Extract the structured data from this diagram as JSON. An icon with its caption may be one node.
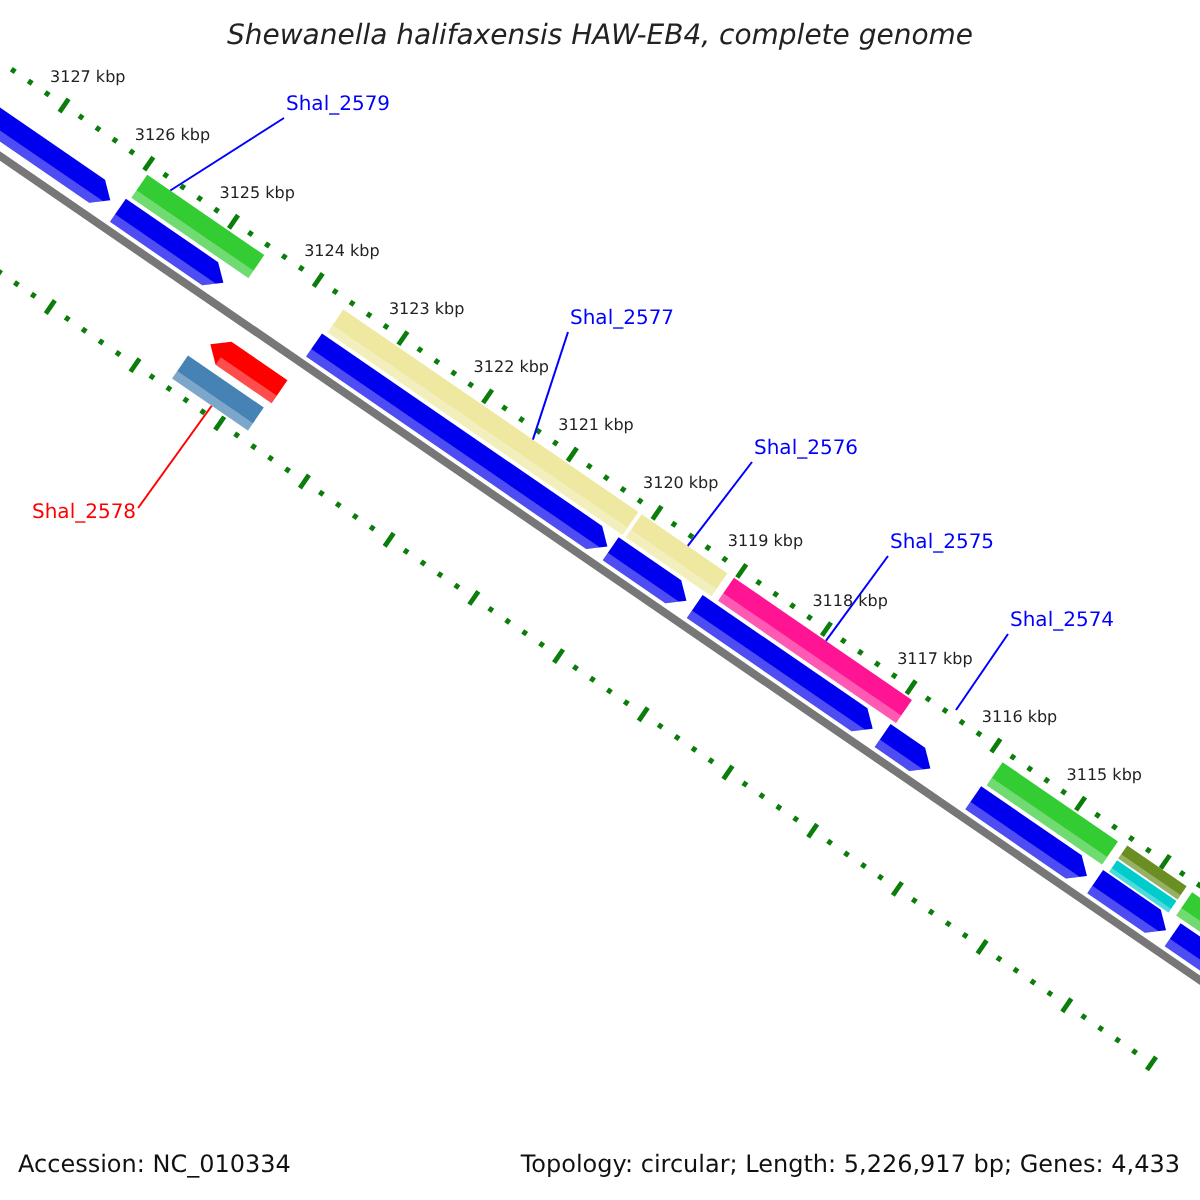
{
  "diagram": {
    "title": "Shewanella halifaxensis HAW-EB4, complete genome",
    "nodes": [
      {
        "text": [
          "Shal_2579"
        ]
      },
      {
        "text": [],
        "shape": "bar"
      },
      {
        "text": [
          "Shal_2577"
        ]
      },
      {
        "text": [],
        "shape": "bar"
      },
      {
        "text": [
          "Shal_2576"
        ]
      },
      {
        "text": [],
        "shape": "bar"
      },
      {
        "text": [
          "Shal_2575"
        ]
      },
      {
        "text": [],
        "shape": "bar"
      },
      {
        "text": [
          "Shal_2574"
        ]
      },
      {
        "text": [
          "Shal_2578"
        ]
      },
      {
        "text": [],
        "shape": "bar"
      },
      {
        "text": [],
        "shape": "arrow"
      },
      {
        "text": [],
        "shape": "arrow"
      },
      {
        "text": [],
        "shape": "arrow"
      },
      {
        "text": [],
        "shape": "arrow"
      },
      {
        "text": [],
        "shape": "arrow"
      },
      {
        "text": [],
        "shape": "arrow"
      },
      {
        "text": [],
        "shape": "arrow"
      },
      {
        "text": [],
        "shape": "bar"
      },
      {
        "text": [],
        "shape": "arrow"
      },
      {
        "text": [],
        "shape": "bar"
      },
      {
        "text": [],
        "shape": "bar"
      },
      {
        "text": [],
        "shape": "arrow"
      },
      {
        "text": [],
        "shape": "bar"
      },
      {
        "text": [],
        "shape": "arrow"
      }
    ],
    "edges": [
      {
        "from": 0,
        "to": 1,
        "arrow": "none"
      },
      {
        "from": 2,
        "to": 3,
        "arrow": "none"
      },
      {
        "from": 4,
        "to": 5,
        "arrow": "none"
      },
      {
        "from": 6,
        "to": 7,
        "arrow": "none"
      },
      {
        "from": 8,
        "to": null,
        "arrow": "none"
      },
      {
        "from": 9,
        "to": 10,
        "arrow": "none",
        "color": "#ff0000"
      }
    ],
    "labels": [
      "3127 kbp",
      "3126 kbp",
      "3125 kbp",
      "3124 kbp",
      "3123 kbp",
      "3122 kbp",
      "3121 kbp",
      "3120 kbp",
      "3119 kbp",
      "3118 kbp",
      "3117 kbp",
      "3116 kbp",
      "3115 kbp",
      "Accession: NC_010334",
      "Topology: circular; Length: 5,226,917 bp; Genes: 4,433"
    ]
  }
}
